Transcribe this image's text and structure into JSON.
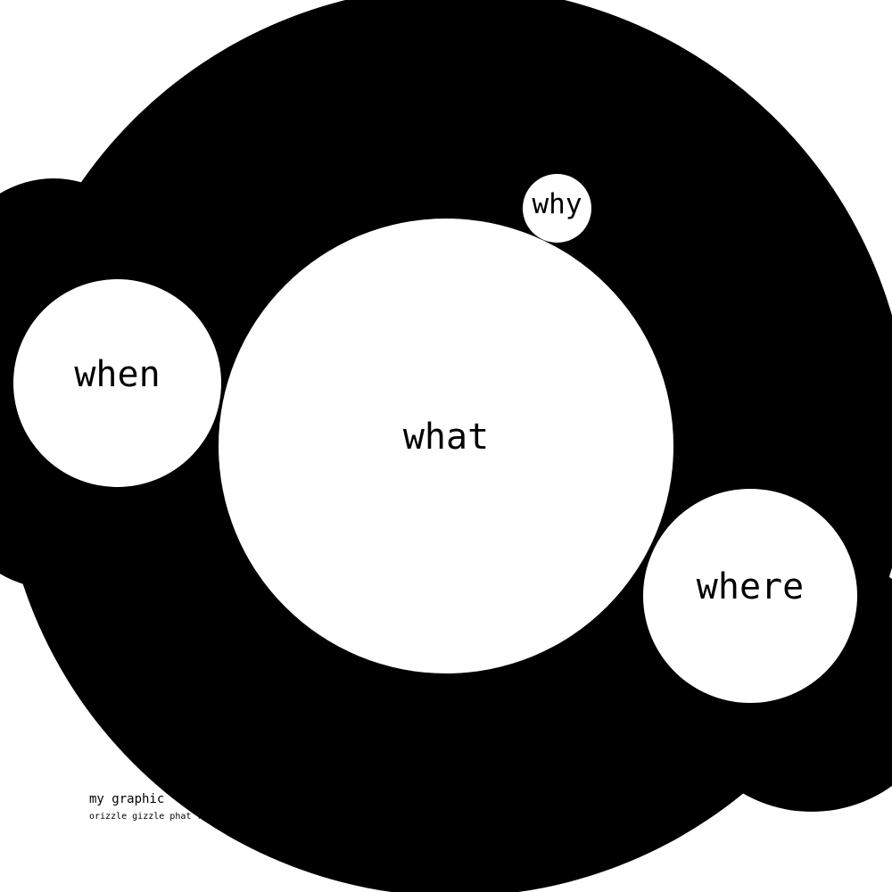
{
  "diagram": {
    "colors": {
      "background": "#ffffff",
      "field": "#000000",
      "circle": "#ffffff",
      "text": "#000000"
    },
    "circles": {
      "what": {
        "label": "what"
      },
      "when": {
        "label": "when"
      },
      "where": {
        "label": "where"
      },
      "why": {
        "label": "why"
      }
    }
  },
  "caption": {
    "title": "my graphic",
    "body": "orizzle gizzle phat fo  t quis, gravida vizzle, away."
  }
}
